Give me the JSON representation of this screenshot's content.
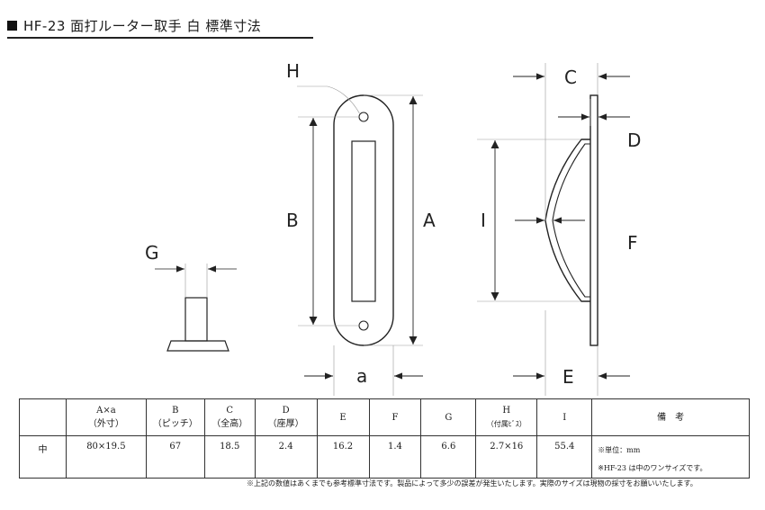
{
  "title": "HF-23 面打ルーター取手 白 標準寸法",
  "labels": {
    "H": "H",
    "B": "B",
    "A": "A",
    "a": "a",
    "G": "G",
    "C": "C",
    "D": "D",
    "I": "I",
    "F": "F",
    "E": "E"
  },
  "table": {
    "headers": [
      {
        "line1": "",
        "line2": ""
      },
      {
        "line1": "A×a",
        "line2": "（外寸）"
      },
      {
        "line1": "B",
        "line2": "（ピッチ）"
      },
      {
        "line1": "C",
        "line2": "（全高）"
      },
      {
        "line1": "D",
        "line2": "（座厚）"
      },
      {
        "line1": "E",
        "line2": ""
      },
      {
        "line1": "F",
        "line2": ""
      },
      {
        "line1": "G",
        "line2": ""
      },
      {
        "line1": "H",
        "line2": "（付属ﾋﾞｽ）"
      },
      {
        "line1": "I",
        "line2": ""
      },
      {
        "line1": "備　考",
        "line2": ""
      }
    ],
    "row": [
      "中",
      "80×19.5",
      "67",
      "18.5",
      "2.4",
      "16.2",
      "1.4",
      "6.6",
      "2.7×16",
      "55.4"
    ],
    "notes": [
      "※単位：mm",
      "※HF-23 は中のワンサイズです。"
    ]
  },
  "footnote": "※上記の数値はあくまでも参考標準寸法です。製品によって多少の誤差が発生いたします。実際のサイズは現物の採寸をお願いいたします。"
}
